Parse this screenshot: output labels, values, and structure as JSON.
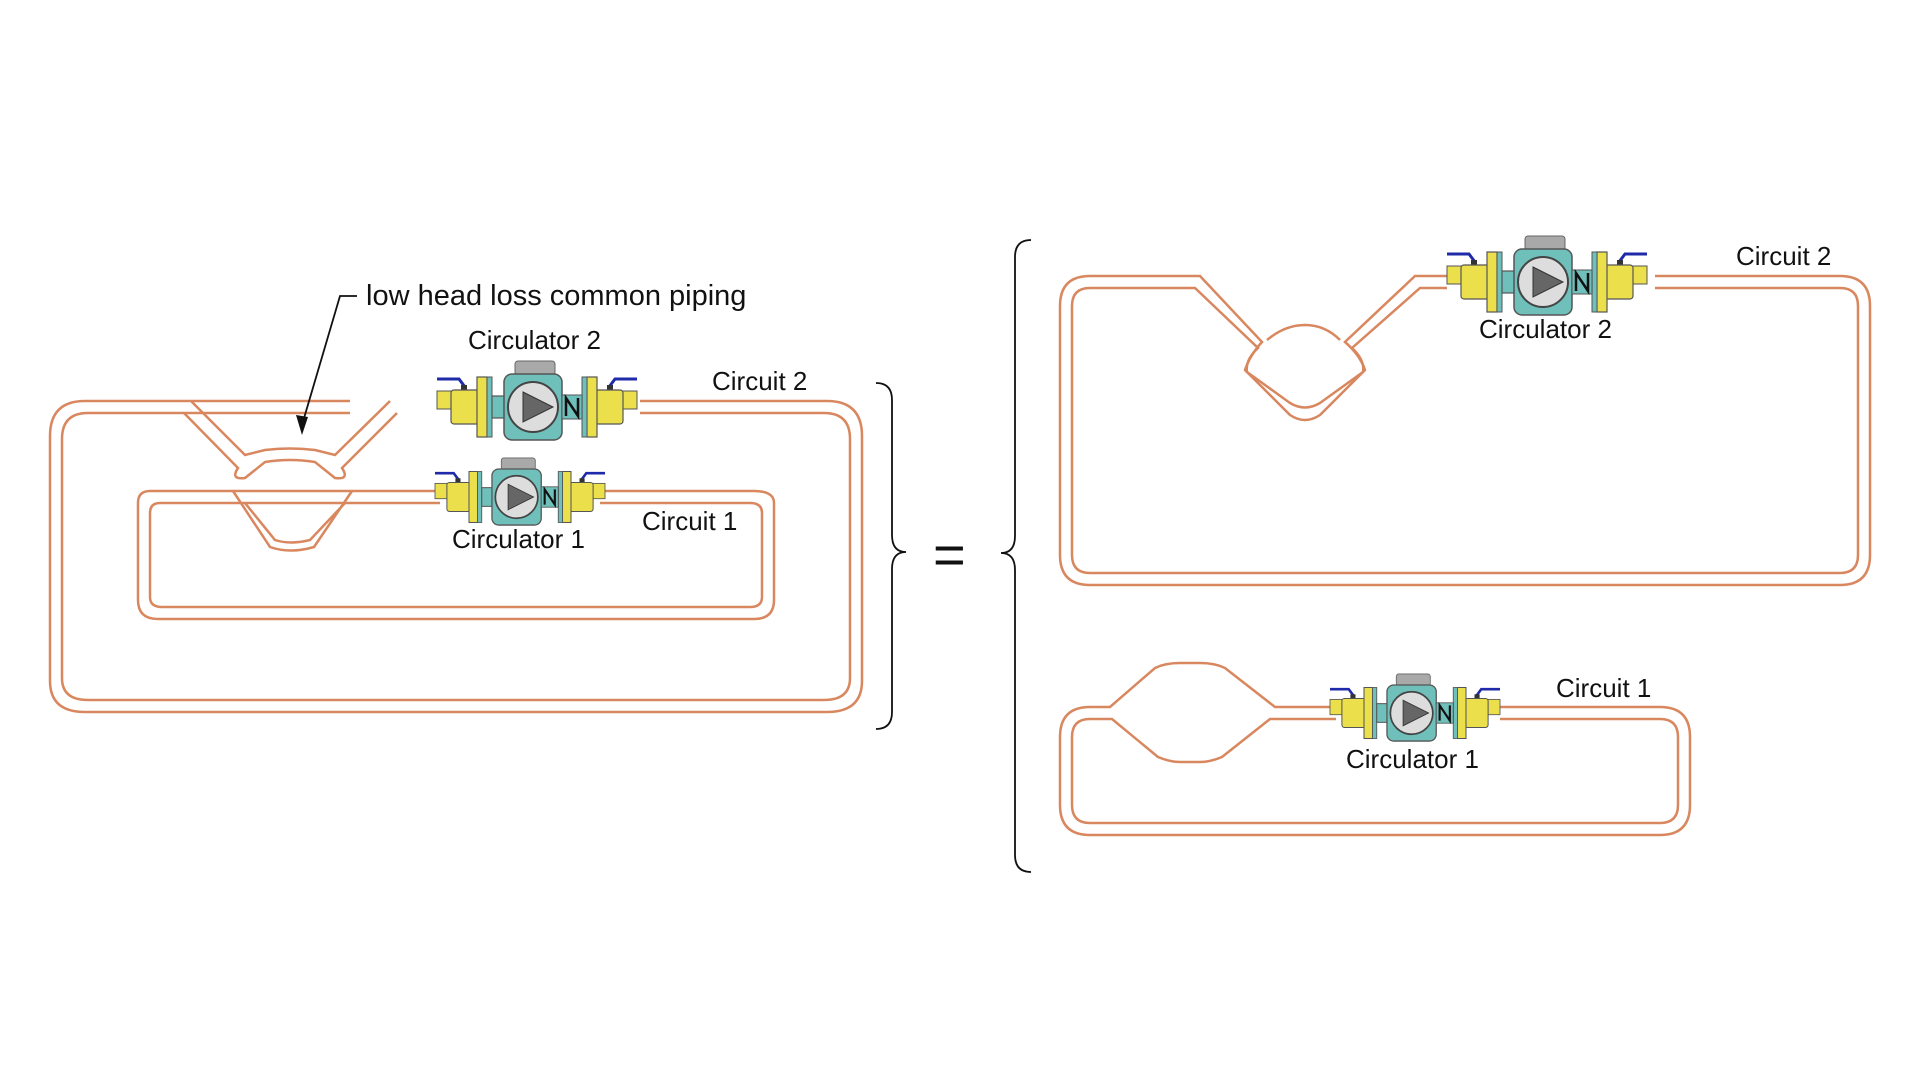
{
  "annotation": {
    "common_piping": "low head loss common piping"
  },
  "combined": {
    "circulator_2": "Circulator 2",
    "circulator_1": "Circulator 1",
    "circuit_2": "Circuit 2",
    "circuit_1": "Circuit 1"
  },
  "equals": "=",
  "separated": {
    "circulator_2": "Circulator 2",
    "circuit_2": "Circuit 2",
    "circulator_1": "Circulator 1",
    "circuit_1": "Circuit 1"
  },
  "colors": {
    "pipe": "#d9875f",
    "valve": "#ecdf4c",
    "pump_body": "#6fbfba",
    "pump_head": "#a9a9a9",
    "valve_handle": "#1f2aa8"
  },
  "icons": [
    "circulator-pump-icon",
    "check-valve-icon",
    "ball-valve-icon",
    "arrow-icon",
    "brace-icon"
  ]
}
